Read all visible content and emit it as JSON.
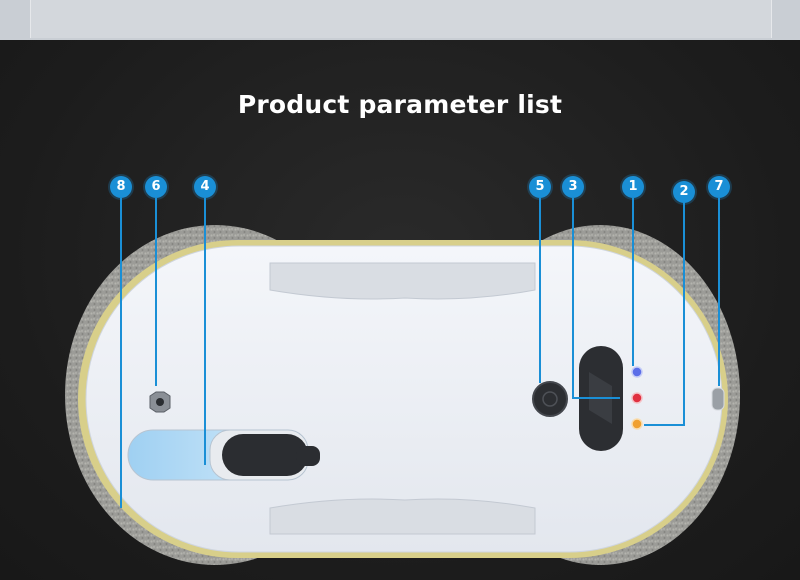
{
  "title": "Product parameter list",
  "colors": {
    "badge": "#1a8fd6",
    "leader_line": "#1a8fd6",
    "background": "#1e1e1e",
    "led_blue": "#5b6ee8",
    "led_red": "#e03040",
    "led_orange": "#f0a030"
  },
  "callouts": [
    {
      "id": "8",
      "label": "8"
    },
    {
      "id": "6",
      "label": "6"
    },
    {
      "id": "4",
      "label": "4"
    },
    {
      "id": "5",
      "label": "5"
    },
    {
      "id": "3",
      "label": "3"
    },
    {
      "id": "1",
      "label": "1"
    },
    {
      "id": "2",
      "label": "2"
    },
    {
      "id": "7",
      "label": "7"
    }
  ]
}
